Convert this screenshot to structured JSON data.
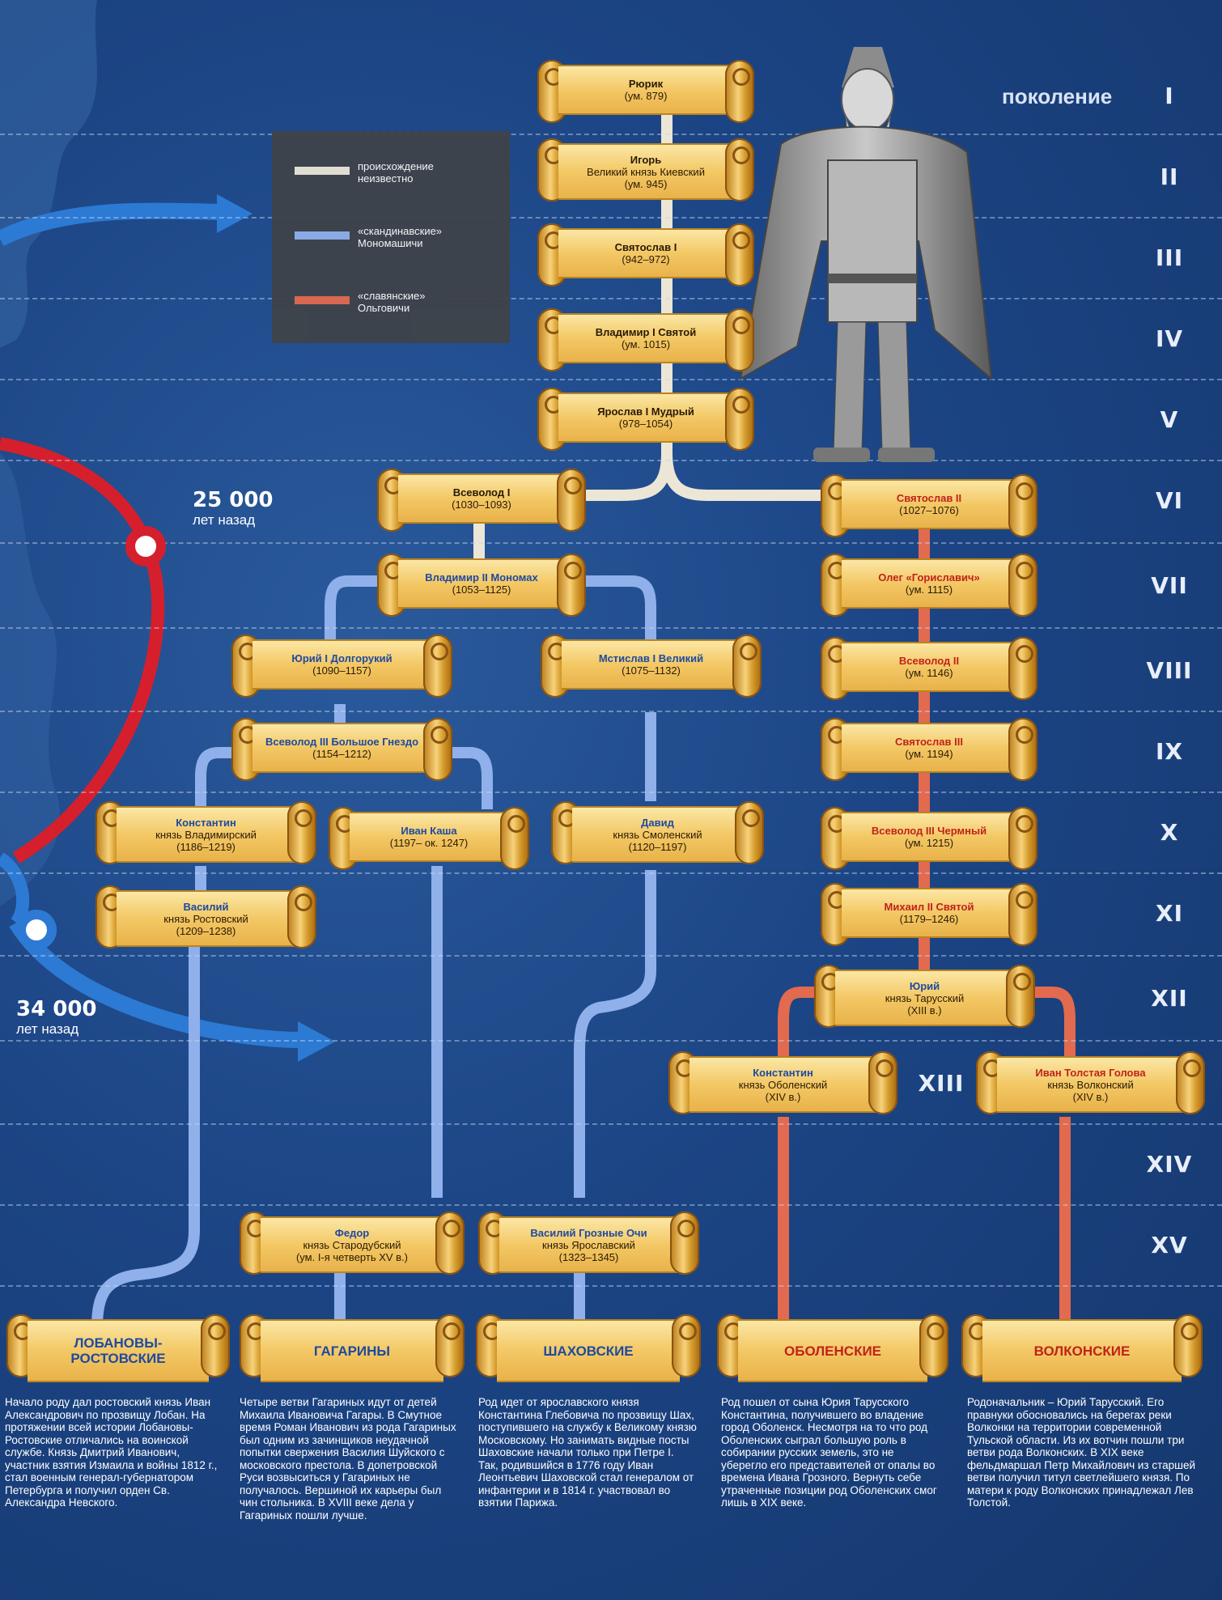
{
  "generation_caption": "поколение",
  "generations": [
    "I",
    "II",
    "III",
    "IV",
    "V",
    "VI",
    "VII",
    "VIII",
    "IX",
    "X",
    "XI",
    "XII",
    "XIII",
    "XIV",
    "XV"
  ],
  "legend": [
    {
      "text": "происхождение неизвестно",
      "color": "#ebe6d6"
    },
    {
      "text": "«скандинавские» Мономашичи",
      "color": "#8fb0ea"
    },
    {
      "text": "«славянские» Ольговичи",
      "color": "#e26a4f"
    }
  ],
  "migration": {
    "label1_value": "25 000",
    "label1_text": "лет назад",
    "label2_value": "34 000",
    "label2_text": "лет назад"
  },
  "persons": {
    "rurik": {
      "name": "Рюрик",
      "lines": [
        "(ум. 879)"
      ]
    },
    "igor": {
      "name": "Игорь",
      "lines": [
        "Великий князь Киевский",
        "(ум. 945)"
      ]
    },
    "svyat1": {
      "name": "Святослав I",
      "lines": [
        "(942–972)"
      ]
    },
    "vlad1": {
      "name": "Владимир I Святой",
      "lines": [
        "(ум. 1015)"
      ]
    },
    "yarosl": {
      "name": "Ярослав I Мудрый",
      "lines": [
        "(978–1054)"
      ]
    },
    "vsev1": {
      "name": "Всеволод I",
      "lines": [
        "(1030–1093)"
      ]
    },
    "svyat2": {
      "name": "Святослав II",
      "lines": [
        "(1027–1076)"
      ]
    },
    "vlad2": {
      "name": "Владимир II Мономах",
      "lines": [
        "(1053–1125)"
      ]
    },
    "oleg": {
      "name": "Олег «Гориславич»",
      "lines": [
        "(ум. 1115)"
      ]
    },
    "yuri1": {
      "name": "Юрий I Долгорукий",
      "lines": [
        "(1090–1157)"
      ]
    },
    "mstisl": {
      "name": "Мстислав I Великий",
      "lines": [
        "(1075–1132)"
      ]
    },
    "vsev2": {
      "name": "Всеволод II",
      "lines": [
        "(ум. 1146)"
      ]
    },
    "vsev3": {
      "name": "Всеволод III Большое Гнездо",
      "lines": [
        "(1154–1212)"
      ]
    },
    "svyat3": {
      "name": "Святослав III",
      "lines": [
        "(ум. 1194)"
      ]
    },
    "konst1": {
      "name": "Константин",
      "lines": [
        "князь Владимирский",
        "(1186–1219)"
      ]
    },
    "ivankasha": {
      "name": "Иван Каша",
      "lines": [
        "(1197– ок. 1247)"
      ]
    },
    "david": {
      "name": "Давид",
      "lines": [
        "князь Смоленский",
        "(1120–1197)"
      ]
    },
    "vsev3ch": {
      "name": "Всеволод III Чермный",
      "lines": [
        "(ум. 1215)"
      ]
    },
    "vasily": {
      "name": "Василий",
      "lines": [
        "князь Ростовский",
        "(1209–1238)"
      ]
    },
    "mikh2": {
      "name": "Михаил II Святой",
      "lines": [
        "(1179–1246)"
      ]
    },
    "yuri_t": {
      "name": "Юрий",
      "lines": [
        "князь Тарусский",
        "(XIII в.)"
      ]
    },
    "konst_o": {
      "name": "Константин",
      "lines": [
        "князь Оболенский",
        "(XIV в.)"
      ]
    },
    "ivan_tg": {
      "name": "Иван Толстая Голова",
      "lines": [
        "князь Волконский",
        "(XIV в.)"
      ]
    },
    "fedor": {
      "name": "Федор",
      "lines": [
        "князь Стародубский",
        "(ум. I-я четверть XV в.)"
      ]
    },
    "vas_go": {
      "name": "Василий Грозные Очи",
      "lines": [
        "князь Ярославский",
        "(1323–1345)"
      ]
    }
  },
  "houses": {
    "lobanov": "ЛОБАНОВЫ-РОСТОВСКИЕ",
    "gagarin": "ГАГАРИНЫ",
    "shakhov": "ШАХОВСКИЕ",
    "obolen": "ОБОЛЕНСКИЕ",
    "volkon": "ВОЛКОНСКИЕ"
  },
  "descriptions": {
    "lobanov": "Начало роду дал ростовский князь Иван Александрович по прозвищу Лобан. На протяжении всей истории Лобановы-Ростовские отличались на воинской службе. Князь Дмитрий Иванович, участник взятия Измаила и войны 1812 г., стал военным генерал-губернатором Петербурга и получил орден Св. Александра Невского.",
    "gagarin": "Четыре ветви Гагариных идут от детей Михаила Ивановича Гагары. В Смутное время Роман Иванович из рода Гагариных был одним из зачинщиков неудачной попытки свержения Василия Шуйского с московского престола. В допетровской Руси возвыситься у Гагариных не получалось. Вершиной их карьеры был чин стольника. В XVIII веке дела у Гагариных пошли лучше.",
    "shakhov": "Род идет от ярославского князя Константина Глебовича по прозвищу Шах, поступившего на службу к Великому князю Московскому. Но занимать видные посты Шаховские начали только при Петре I. Так, родившийся в 1776 году Иван Леонтьевич Шаховской стал генералом от инфантерии и в 1814 г. участвовал во взятии Парижа.",
    "obolen": "Род пошел от сына Юрия Тарусского Константина, получившего во владение город Оболенск. Несмотря на то что род Оболенских сыграл большую роль в собирании русских земель, это не уберегло его представителей от опалы во времена Ивана Грозного. Вернуть себе утраченные позиции род Оболенских смог лишь в XIX веке.",
    "volkon": "Родоначальник – Юрий Тарусский. Его правнуки обосновались на берегах реки Волконки на территории современной Тульской области. Из их вотчин пошли три ветви рода Волконских. В XIX веке фельдмаршал Петр Михайлович из старшей ветви получил титул светлейшего князя. По матери к роду Волконских принадлежал Лев Толстой."
  }
}
